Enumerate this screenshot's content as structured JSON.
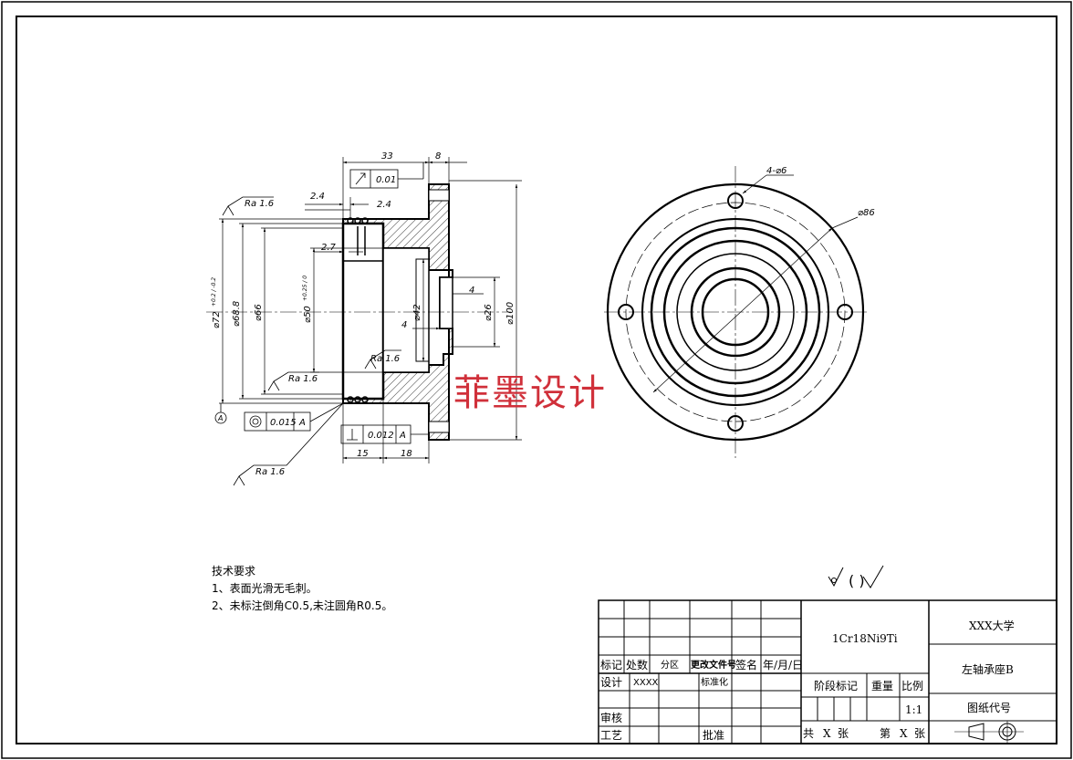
{
  "watermark": "菲墨设计",
  "notes": {
    "title": "技术要求",
    "items": [
      "1、表面光滑无毛刺。",
      "2、未标注倒角C0.5,未注圆角R0.5。"
    ]
  },
  "roughness": {
    "general": "( )"
  },
  "dims": {
    "d33": "33",
    "d8": "8",
    "d24a": "2.4",
    "d24b": "2.4",
    "d27": "2.7",
    "d4a": "4",
    "d4b": "4",
    "d15": "15",
    "d18": "18",
    "phi72": "⌀72",
    "phi72_tol": "+0.2 / -0.2",
    "phi688": "⌀68.8",
    "phi66": "⌀66",
    "phi50": "⌀50",
    "phi50_tol": "+0.25 / 0",
    "phi42": "⌀42",
    "phi26": "⌀26",
    "phi100": "⌀100",
    "holes": "4-⌀6",
    "phi86": "⌀86",
    "ra1": "Ra 1.6",
    "ra2": "Ra 1.6",
    "ra3": "Ra 1.6",
    "ra4": "Ra 1.6",
    "datum": "A"
  },
  "tolerances": {
    "runout_value": "0.01",
    "concentric_value": "0.015",
    "concentric_datum": "A",
    "perp_value": "0.012",
    "perp_datum": "A"
  },
  "title_block": {
    "material": "1Cr18Ni9Ti",
    "school": "XXX大学",
    "part_name": "左轴承座B",
    "drawing_no_label": "图纸代号",
    "mark": "标记",
    "qty": "处数",
    "zone": "分区",
    "doc": "更改文件号",
    "sign": "签名",
    "date": "年/月/日",
    "design": "设计",
    "designer": "XXXX",
    "std": "标准化",
    "review": "审核",
    "process": "工艺",
    "approve": "批准",
    "stage": "阶段标记",
    "weight": "重量",
    "scale_label": "比例",
    "scale": "1:1",
    "total": "共",
    "x1": "X",
    "sheets1": "张",
    "nth": "第",
    "x2": "X",
    "sheets2": "张"
  }
}
